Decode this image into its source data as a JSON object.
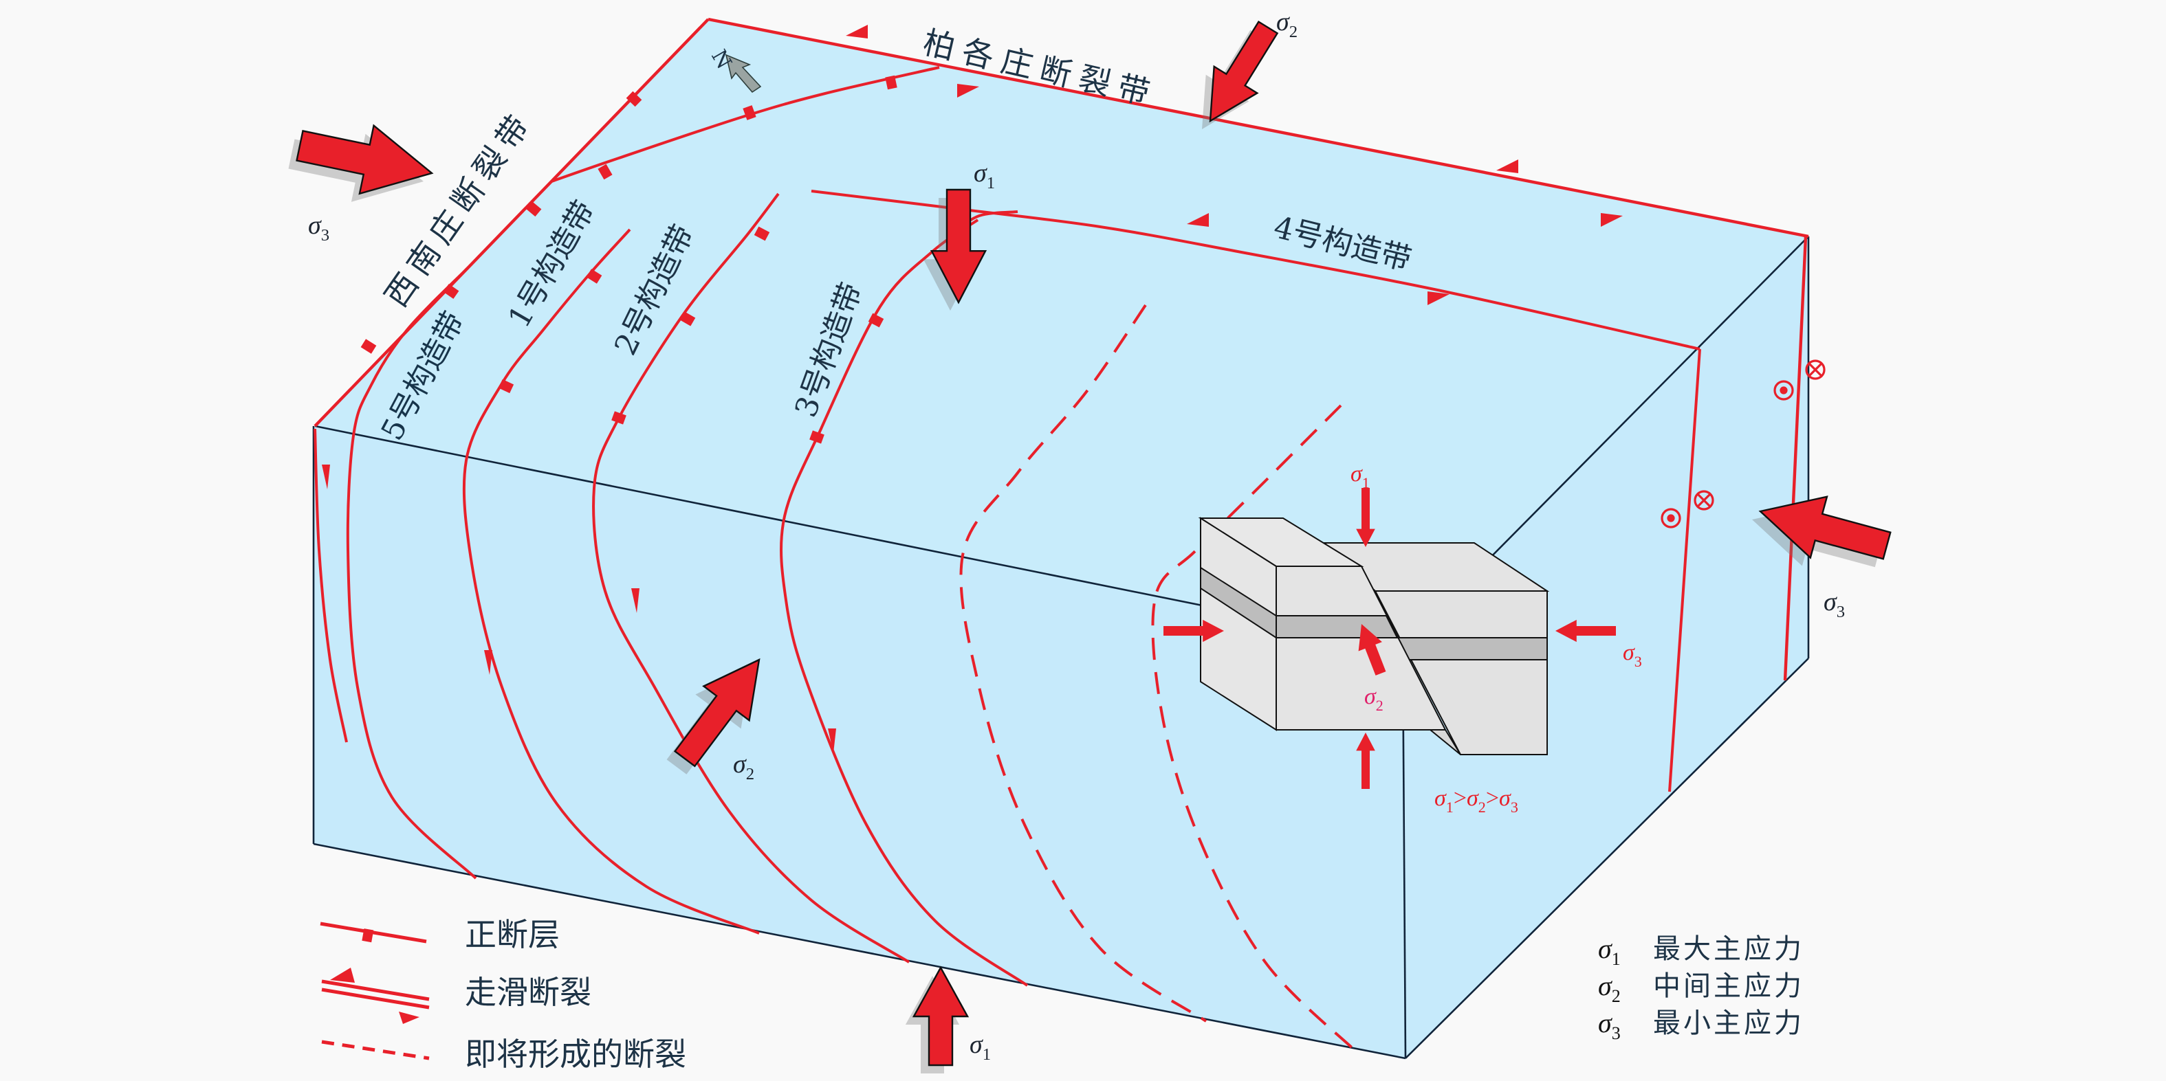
{
  "labels": {
    "boai_fault": "柏各庄断裂带",
    "xinanzhuang_fault": "西南庄断裂带",
    "zone1": "1号构造带",
    "zone2": "2号构造带",
    "zone3": "3号构造带",
    "zone4": "4号构造带",
    "zone5": "5号构造带",
    "north": "N"
  },
  "stress": {
    "sigma": "σ",
    "sub1": "1",
    "sub2": "2",
    "sub3": "3",
    "gt": ">"
  },
  "legend": {
    "normal_fault": "正断层",
    "strike_slip": "走滑断裂",
    "incipient": "即将形成的断裂",
    "s1_desc": "最大主应力",
    "s2_desc": "中间主应力",
    "s3_desc": "最小主应力"
  },
  "colors": {
    "block_fill": "#c8ecfb",
    "fault_red": "#e8202a",
    "edge": "#10243a",
    "mini_block": "#e6e6e6",
    "mini_band": "#bdbdbd"
  }
}
